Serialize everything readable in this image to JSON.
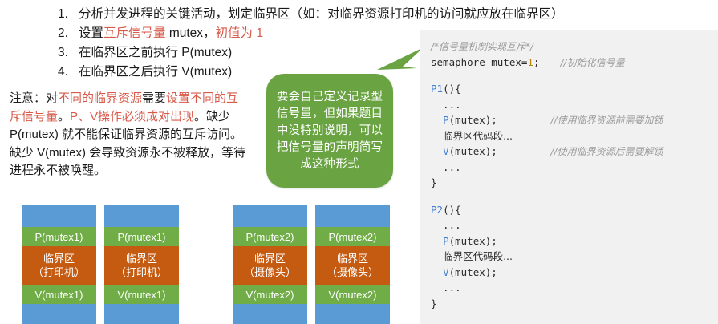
{
  "slide": {
    "list": [
      {
        "num": "1.",
        "parts": [
          {
            "text": "分析并发进程的关键活动，划定临界区（如：对临界资源打印机的访问就应放在临界区）",
            "color": "black"
          }
        ]
      },
      {
        "num": "2.",
        "parts": [
          {
            "text": "设置",
            "color": "black"
          },
          {
            "text": "互斥信号量",
            "color": "red"
          },
          {
            "text": " mutex，",
            "color": "black"
          },
          {
            "text": "初值为 1",
            "color": "red"
          }
        ]
      },
      {
        "num": "3.",
        "parts": [
          {
            "text": "在临界区之前执行 P(mutex)",
            "color": "black"
          }
        ]
      },
      {
        "num": "4.",
        "parts": [
          {
            "text": "在临界区之后执行 V(mutex)",
            "color": "black"
          }
        ]
      }
    ],
    "note": [
      {
        "text": "注意：对",
        "color": "black"
      },
      {
        "text": "不同的临界资源",
        "color": "red"
      },
      {
        "text": "需要",
        "color": "black"
      },
      {
        "text": "设置不同的互斥信号量",
        "color": "red"
      },
      {
        "text": "。",
        "color": "black"
      },
      {
        "text": "P、V操作必须成对出现",
        "color": "red"
      },
      {
        "text": "。缺少 P(mutex) 就不能保证临界资源的互斥访问。缺少 V(mutex) 会导致资源永不被释放，等待进程永不被唤醒。",
        "color": "black"
      }
    ],
    "callout": {
      "text": "要会自己定义记录型信号量，但如果题目中没特别说明，可以把信号量的声明简写成这种形式",
      "color": "#6aa442"
    },
    "code": {
      "comment_header": "/*信号量机制实现互斥*/",
      "declaration": "semaphore mutex=1;",
      "declaration_value": "1",
      "declaration_comment": "//初始化信号量",
      "procedures": [
        {
          "name": "P1",
          "open": "P1(){",
          "lines": [
            {
              "code": "...",
              "comment": ""
            },
            {
              "code": "P(mutex);",
              "comment": "//使用临界资源前需要加锁"
            },
            {
              "code": "临界区代码段...",
              "comment": ""
            },
            {
              "code": "V(mutex);",
              "comment": "//使用临界资源后需要解锁"
            },
            {
              "code": "...",
              "comment": ""
            }
          ],
          "close": "}"
        },
        {
          "name": "P2",
          "open": "P2(){",
          "lines": [
            {
              "code": "...",
              "comment": ""
            },
            {
              "code": "P(mutex);",
              "comment": ""
            },
            {
              "code": "临界区代码段...",
              "comment": ""
            },
            {
              "code": "V(mutex);",
              "comment": ""
            },
            {
              "code": "...",
              "comment": ""
            }
          ],
          "close": "}"
        }
      ]
    },
    "blocks": [
      {
        "p": "P(mutex1)",
        "crit_l1": "临界区",
        "crit_l2": "（打印机）",
        "v": "V(mutex1)"
      },
      {
        "p": "P(mutex1)",
        "crit_l1": "临界区",
        "crit_l2": "（打印机）",
        "v": "V(mutex1)"
      },
      {
        "p": "P(mutex2)",
        "crit_l1": "临界区",
        "crit_l2": "（摄像头）",
        "v": "V(mutex2)"
      },
      {
        "p": "P(mutex2)",
        "crit_l1": "临界区",
        "crit_l2": "（摄像头）",
        "v": "V(mutex2)"
      }
    ],
    "colors": {
      "blue": "#5b9bd5",
      "green": "#70ad47",
      "critical": "#c55a11",
      "red_text": "#d75a4a",
      "callout_green": "#6aa442",
      "code_bg": "#f1f1f1",
      "code_keyword_blue": "#3f7fd0",
      "code_comment_gray": "#9b9b9b"
    }
  }
}
